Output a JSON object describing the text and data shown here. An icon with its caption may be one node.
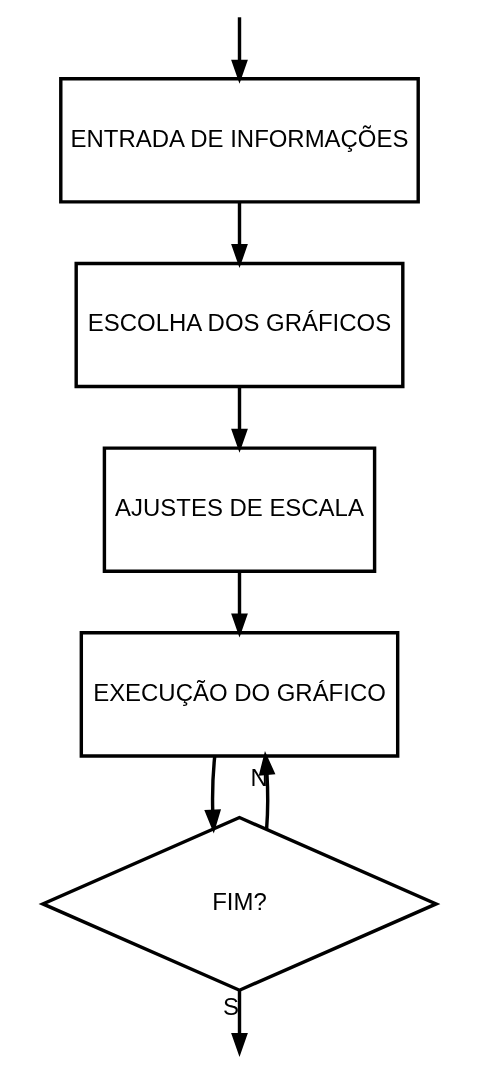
{
  "diagram": {
    "nodes": [
      {
        "text": [
          "ENTRADA DE INFORMAÇÕES"
        ]
      },
      {
        "text": [
          "ESCOLHA DOS GRÁFICOS"
        ]
      },
      {
        "text": [
          "AJUSTES DE ESCALA"
        ]
      },
      {
        "text": [
          "EXECUÇÃO DO GRÁFICO"
        ]
      },
      {
        "text": [
          "FIM?"
        ]
      }
    ],
    "edges": [
      {
        "from": null,
        "to": 0,
        "arrow": "to"
      },
      {
        "from": 0,
        "to": 1,
        "arrow": "to"
      },
      {
        "from": 1,
        "to": 2,
        "arrow": "to"
      },
      {
        "from": 2,
        "to": 3,
        "arrow": "to"
      },
      {
        "from": 3,
        "to": 4,
        "arrow": "to"
      },
      {
        "from": 4,
        "to": 3,
        "arrow": "to",
        "label": "N"
      },
      {
        "from": 4,
        "to": null,
        "arrow": "to",
        "label": "S"
      }
    ]
  }
}
